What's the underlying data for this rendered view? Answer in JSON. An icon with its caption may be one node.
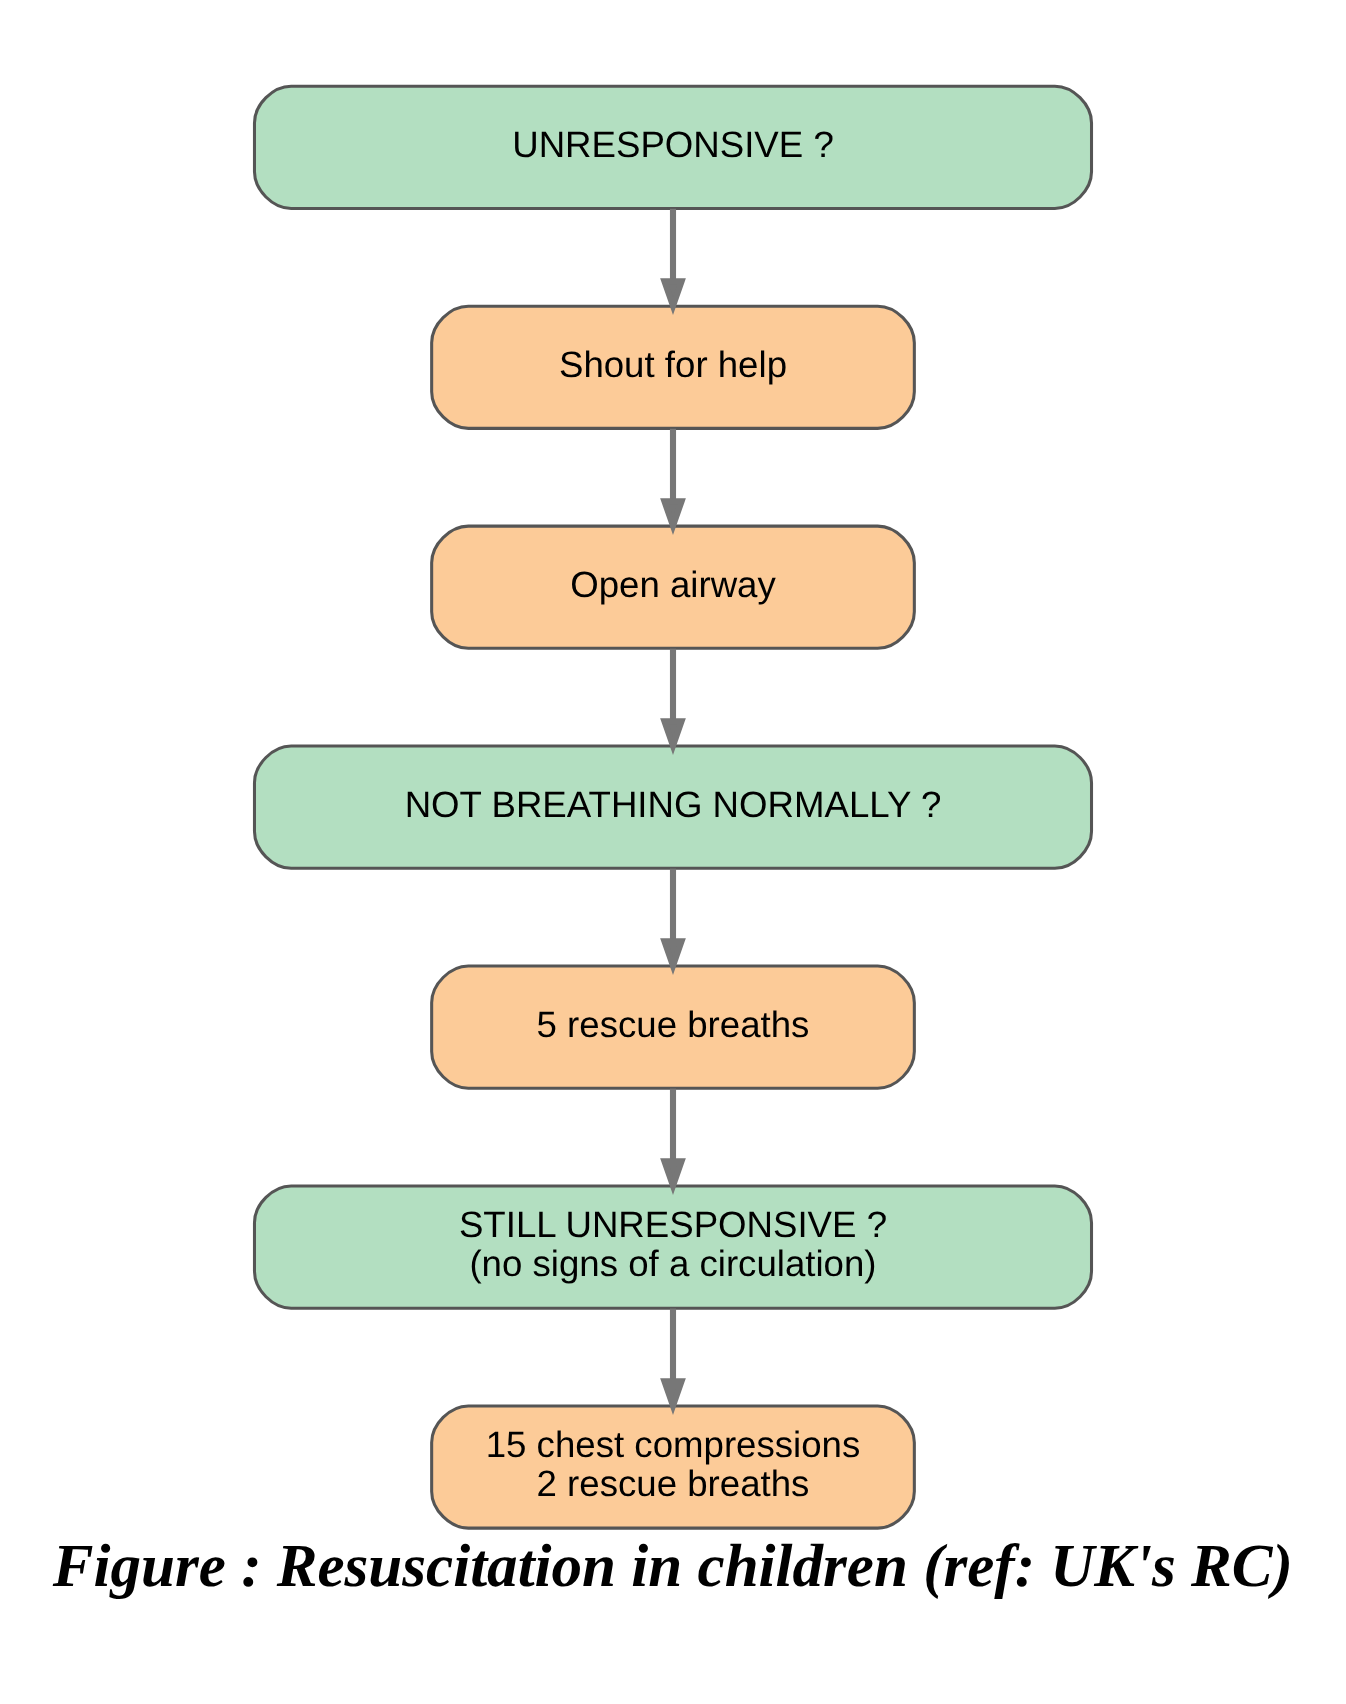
{
  "diagram": {
    "caption": "Figure : Resuscitation in children (ref: UK's RC)",
    "nodes": [
      {
        "text": [
          "UNRESPONSIVE ?"
        ]
      },
      {
        "text": [
          "Shout for help"
        ]
      },
      {
        "text": [
          "Open airway"
        ]
      },
      {
        "text": [
          "NOT BREATHING NORMALLY ?"
        ]
      },
      {
        "text": [
          "5 rescue breaths"
        ]
      },
      {
        "text": [
          "STILL UNRESPONSIVE ?",
          "(no signs of a circulation)"
        ]
      },
      {
        "text": [
          "15 chest compressions",
          "2 rescue breaths"
        ]
      }
    ],
    "edges": [
      {
        "from": 0,
        "to": 1,
        "arrow": "to"
      },
      {
        "from": 1,
        "to": 2,
        "arrow": "to"
      },
      {
        "from": 2,
        "to": 3,
        "arrow": "to"
      },
      {
        "from": 3,
        "to": 4,
        "arrow": "to"
      },
      {
        "from": 4,
        "to": 5,
        "arrow": "to"
      },
      {
        "from": 5,
        "to": 6,
        "arrow": "to"
      }
    ]
  }
}
